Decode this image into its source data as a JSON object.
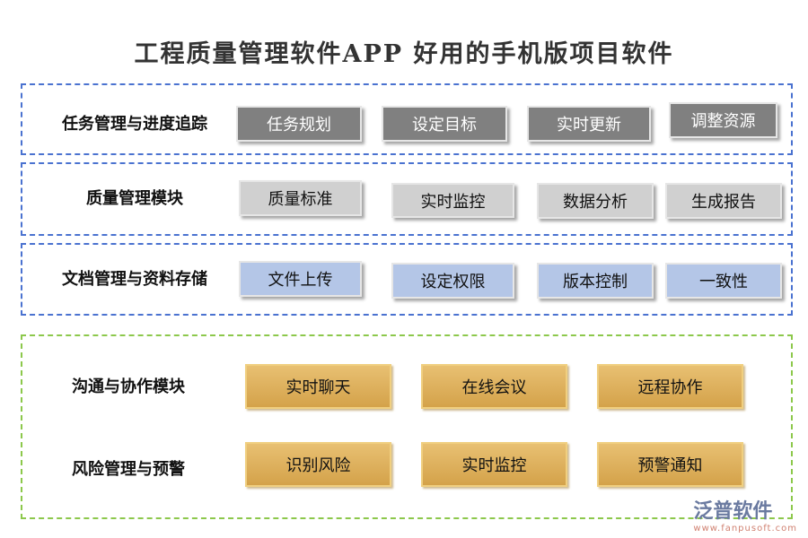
{
  "title": "工程质量管理软件APP 好用的手机版项目软件",
  "sections": [
    {
      "label": "任务管理与进度追踪",
      "items": [
        "任务规划",
        "设定目标",
        "实时更新",
        "调整资源"
      ],
      "color": "#808080"
    },
    {
      "label": "质量管理模块",
      "items": [
        "质量标准",
        "实时监控",
        "数据分析",
        "生成报告"
      ],
      "color": "#d0d0d0"
    },
    {
      "label": "文档管理与资料存储",
      "items": [
        "文件上传",
        "设定权限",
        "版本控制",
        "一致性"
      ],
      "color": "#b4c6e7"
    }
  ],
  "bottom": {
    "rows": [
      {
        "label": "沟通与协作模块",
        "items": [
          "实时聊天",
          "在线会议",
          "远程协作"
        ]
      },
      {
        "label": "风险管理与预警",
        "items": [
          "识别风险",
          "实时监控",
          "预警通知"
        ]
      }
    ],
    "color": "#dcae58"
  },
  "logo": {
    "name": "泛普软件",
    "url": "www.fanpusoft.com"
  }
}
